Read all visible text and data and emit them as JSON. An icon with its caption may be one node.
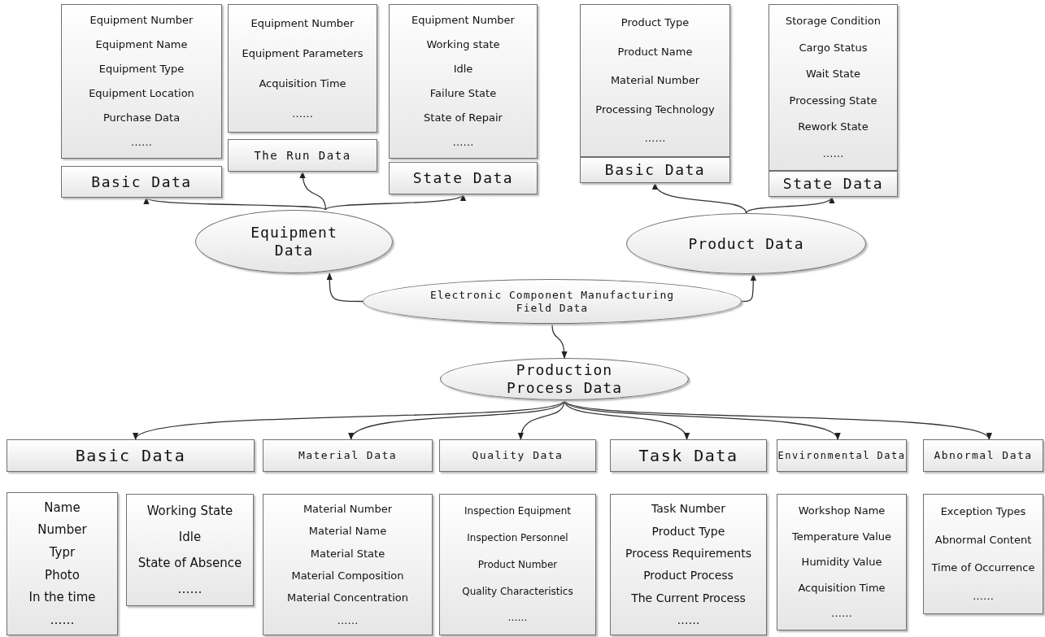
{
  "diagram": {
    "nodes": [
      {
        "text": [
          "Equipment Number",
          "Equipment Name",
          "Equipment Type",
          "Equipment Location",
          "Purchase Data",
          "……"
        ]
      },
      {
        "text": [
          "Equipment Number",
          "Equipment Parameters",
          "Acquisition Time",
          "……"
        ]
      },
      {
        "text": [
          "Equipment Number",
          "Working state",
          "Idle",
          "Failure State",
          "State of Repair",
          "……"
        ]
      },
      {
        "text": [
          "Basic Data"
        ]
      },
      {
        "text": [
          "The Run Data"
        ]
      },
      {
        "text": [
          "State Data"
        ]
      },
      {
        "text": [
          "Product Type",
          "Product Name",
          "Material Number",
          "Processing Technology",
          "……"
        ]
      },
      {
        "text": [
          "Storage Condition",
          "Cargo Status",
          "Wait State",
          "Processing State",
          "Rework State",
          "……"
        ]
      },
      {
        "text": [
          "Basic Data"
        ]
      },
      {
        "text": [
          "State Data"
        ]
      },
      {
        "text": [
          "Equipment Data"
        ]
      },
      {
        "text": [
          "Product Data"
        ]
      },
      {
        "text": [
          "Electronic Component Manufacturing Field Data"
        ]
      },
      {
        "text": [
          "Production Process Data"
        ]
      },
      {
        "text": [
          "Basic Data"
        ]
      },
      {
        "text": [
          "Material Data"
        ]
      },
      {
        "text": [
          "Quality Data"
        ]
      },
      {
        "text": [
          "Task Data"
        ]
      },
      {
        "text": [
          "Environmental Data"
        ]
      },
      {
        "text": [
          "Abnormal Data"
        ]
      },
      {
        "text": [
          "Name",
          "Number",
          "Typr",
          "Photo",
          "In the time",
          "……"
        ]
      },
      {
        "text": [
          "Working State",
          "Idle",
          "State of Absence",
          "……"
        ]
      },
      {
        "text": [
          "Material Number",
          "Material Name",
          "Material State",
          "Material Composition",
          "Material Concentration",
          "……"
        ]
      },
      {
        "text": [
          "Inspection Equipment",
          "Inspection Personnel",
          "Product Number",
          "Quality Characteristics",
          "……"
        ]
      },
      {
        "text": [
          "Task Number",
          "Product Type",
          "Process Requirements",
          "Product Process",
          "The Current Process",
          "……"
        ]
      },
      {
        "text": [
          "Workshop Name",
          "Temperature Value",
          "Humidity Value",
          "Acquisition Time",
          "……"
        ]
      },
      {
        "text": [
          "Exception Types",
          "Abnormal Content",
          "Time of Occurrence",
          "……"
        ]
      }
    ],
    "edges": [
      {
        "from": 10,
        "to": 3,
        "arrow": "to"
      },
      {
        "from": 10,
        "to": 4,
        "arrow": "to"
      },
      {
        "from": 10,
        "to": 5,
        "arrow": "to"
      },
      {
        "from": 11,
        "to": 8,
        "arrow": "to"
      },
      {
        "from": 11,
        "to": 9,
        "arrow": "to"
      },
      {
        "from": 12,
        "to": 10,
        "arrow": "to"
      },
      {
        "from": 12,
        "to": 11,
        "arrow": "to"
      },
      {
        "from": 12,
        "to": 13,
        "arrow": "to"
      },
      {
        "from": 13,
        "to": 14,
        "arrow": "to"
      },
      {
        "from": 13,
        "to": 15,
        "arrow": "to"
      },
      {
        "from": 13,
        "to": 16,
        "arrow": "to"
      },
      {
        "from": 13,
        "to": 17,
        "arrow": "to"
      },
      {
        "from": 13,
        "to": 18,
        "arrow": "to"
      },
      {
        "from": 13,
        "to": 19,
        "arrow": "to"
      }
    ]
  }
}
